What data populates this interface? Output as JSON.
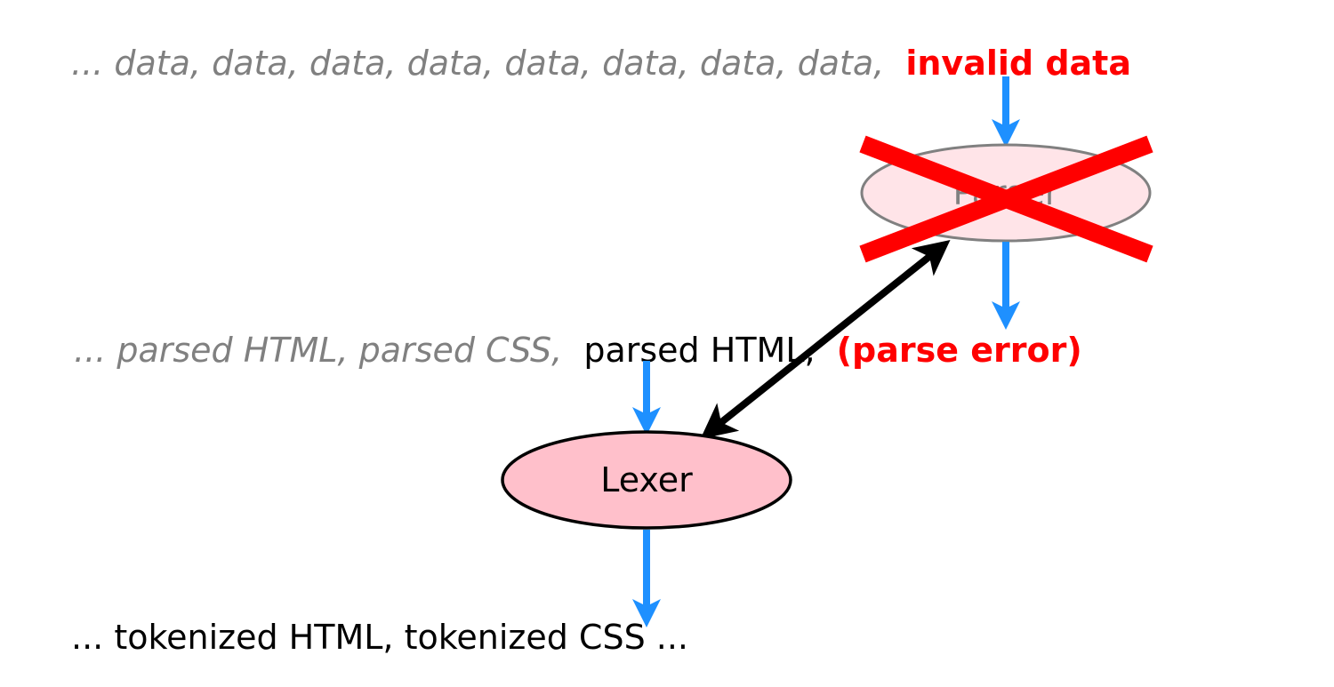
{
  "input_line": {
    "prefix": "... data, data, data, data, data, data, data, data,",
    "highlight": "invalid data"
  },
  "middle_line": {
    "prefix": "... parsed HTML, parsed CSS,",
    "current": "parsed HTML,",
    "error": "(parse error)"
  },
  "output_line": {
    "text": "... tokenized HTML, tokenized CSS ..."
  },
  "nodes": {
    "parser": {
      "label": "Parser",
      "state": "failed"
    },
    "lexer": {
      "label": "Lexer"
    }
  },
  "colors": {
    "flow_arrow": "#1e90ff",
    "error": "#ff0000",
    "lexer_fill": "#ffc0cb",
    "parser_fill": "#ffe4e8",
    "dim_text": "#808080"
  }
}
